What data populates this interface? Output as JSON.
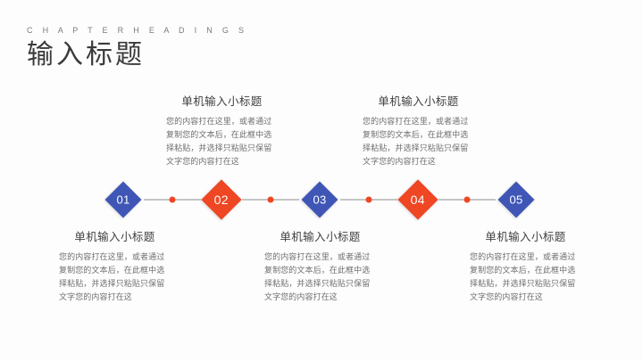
{
  "header": {
    "eyebrow": "C H A P T E R   H E A D I N G S",
    "title": "输入标题"
  },
  "colors": {
    "blue": "#3F56B6",
    "red": "#EF4623",
    "line": "#8D8D8D",
    "title_text": "#3B3B3B",
    "body_text": "#6F6F6F",
    "background": "#FDFDFD"
  },
  "timeline": {
    "nodes": [
      {
        "number": "01",
        "color": "blue"
      },
      {
        "number": "02",
        "color": "red"
      },
      {
        "number": "03",
        "color": "blue"
      },
      {
        "number": "04",
        "color": "red"
      },
      {
        "number": "05",
        "color": "blue"
      }
    ]
  },
  "blocks": {
    "top": [
      {
        "heading": "单机输入小标题",
        "body": "您的内容打在这里，或者通过复制您的文本后，在此框中选择粘贴，并选择只粘贴只保留文字您的内容打在这"
      },
      {
        "heading": "单机输入小标题",
        "body": "您的内容打在这里，或者通过复制您的文本后，在此框中选择粘贴，并选择只粘贴只保留文字您的内容打在这"
      }
    ],
    "bottom": [
      {
        "heading": "单机输入小标题",
        "body": "您的内容打在这里，或者通过复制您的文本后，在此框中选择粘贴，并选择只粘贴只保留文字您的内容打在这"
      },
      {
        "heading": "单机输入小标题",
        "body": "您的内容打在这里，或者通过复制您的文本后，在此框中选择粘贴，并选择只粘贴只保留文字您的内容打在这"
      },
      {
        "heading": "单机输入小标题",
        "body": "您的内容打在这里，或者通过复制您的文本后，在此框中选择粘贴，并选择只粘贴只保留文字您的内容打在这"
      }
    ]
  }
}
